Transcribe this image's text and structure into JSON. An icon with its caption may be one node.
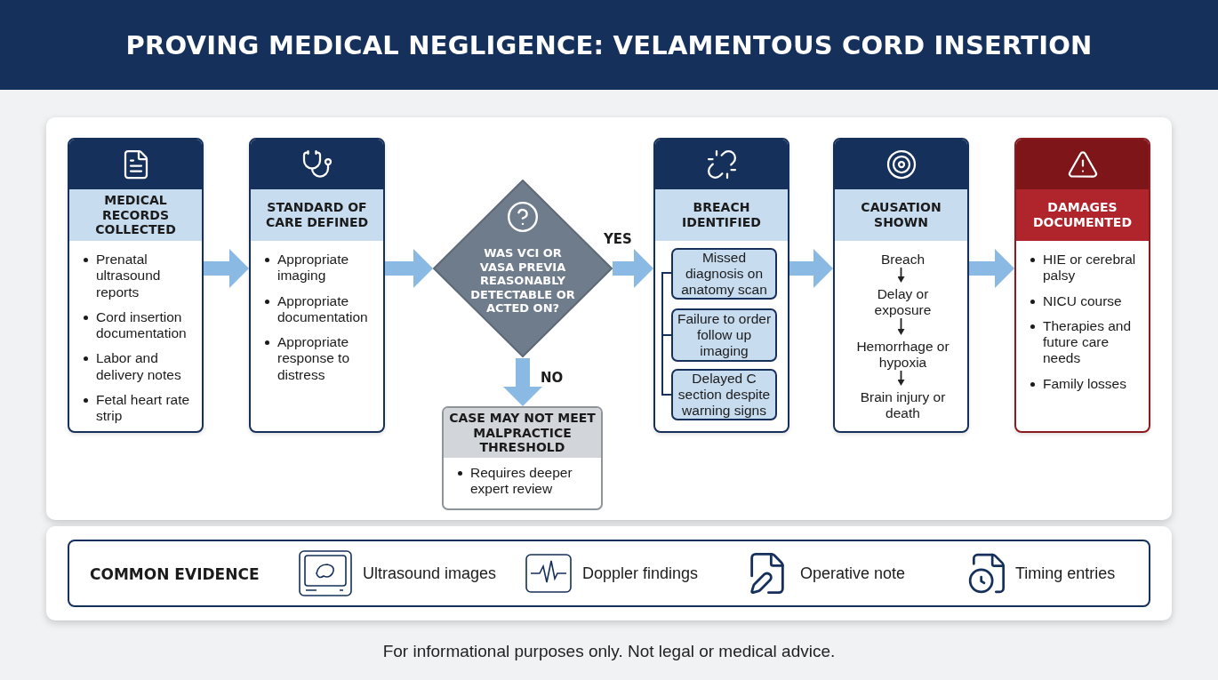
{
  "diagram": {
    "title": "PROVING MEDICAL NEGLIGENCE: VELAMENTOUS CORD INSERTION",
    "caption": "For informational purposes only. Not legal or medical advice.",
    "nodes": [
      {
        "text": [
          "MEDICAL RECORDS COLLECTED",
          "Prenatal ultrasound reports",
          "Cord insertion documentation",
          "Labor and delivery notes",
          "Fetal heart rate strip"
        ]
      },
      {
        "text": [
          "STANDARD OF CARE DEFINED",
          "Appropriate imaging",
          "Appropriate documentation",
          "Appropriate response to distress"
        ]
      },
      {
        "text": [
          "WAS VCI OR VASA PREVIA REASONABLY DETECTABLE OR ACTED ON?"
        ]
      },
      {
        "text": [
          "CASE MAY NOT MEET MALPRACTICE THRESHOLD",
          "Requires deeper expert review"
        ]
      },
      {
        "text": [
          "BREACH IDENTIFIED"
        ]
      },
      {
        "text": [
          "Missed diagnosis on anatomy scan"
        ],
        "in": 4
      },
      {
        "text": [
          "Failure to order follow up imaging"
        ],
        "in": 4
      },
      {
        "text": [
          "Delayed C section despite warning signs"
        ],
        "in": 4
      },
      {
        "text": [
          "CAUSATION SHOWN"
        ]
      },
      {
        "text": [
          "Breach"
        ],
        "in": 8
      },
      {
        "text": [
          "Delay or exposure"
        ],
        "in": 8
      },
      {
        "text": [
          "Hemorrhage or hypoxia"
        ],
        "in": 8
      },
      {
        "text": [
          "Brain injury or death"
        ],
        "in": 8
      },
      {
        "text": [
          "DAMAGES DOCUMENTED",
          "HIE or cerebral palsy",
          "NICU course",
          "Therapies and future care needs",
          "Family losses"
        ]
      },
      {
        "text": [
          "COMMON EVIDENCE",
          "Ultrasound images",
          "Doppler findings",
          "Operative note",
          "Timing entries"
        ]
      }
    ],
    "edges": [
      {
        "from": 0,
        "to": 1,
        "arrow": "to"
      },
      {
        "from": 1,
        "to": 2,
        "arrow": "to"
      },
      {
        "from": 2,
        "to": 4,
        "arrow": "to",
        "label": "YES"
      },
      {
        "from": 2,
        "to": 3,
        "arrow": "to",
        "label": "NO"
      },
      {
        "from": 4,
        "to": 8,
        "arrow": "to"
      },
      {
        "from": 8,
        "to": 13,
        "arrow": "to"
      },
      {
        "from": 9,
        "to": 10,
        "arrow": "to",
        "color": "#222222"
      },
      {
        "from": 10,
        "to": 11,
        "arrow": "to",
        "color": "#222222"
      },
      {
        "from": 11,
        "to": 12,
        "arrow": "to",
        "color": "#222222"
      }
    ]
  }
}
